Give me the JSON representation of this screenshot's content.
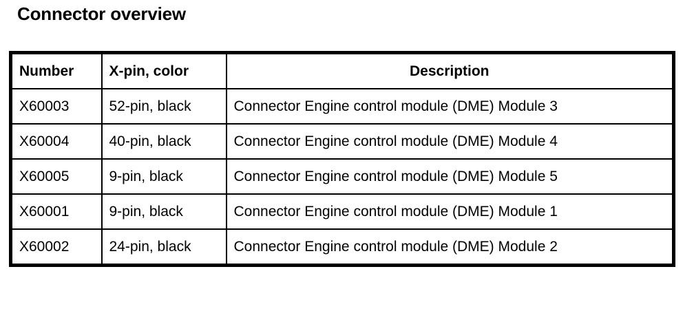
{
  "page": {
    "title": "Connector overview",
    "background_color": "#ffffff",
    "text_color": "#000000"
  },
  "table": {
    "columns": [
      {
        "key": "number",
        "label": "Number",
        "align": "left"
      },
      {
        "key": "xpin_color",
        "label": "X-pin, color",
        "align": "left"
      },
      {
        "key": "description",
        "label": "Description",
        "align": "center"
      }
    ],
    "rows": [
      {
        "number": "X60003",
        "xpin_color": "52-pin, black",
        "description": "Connector Engine control module (DME) Module 3"
      },
      {
        "number": "X60004",
        "xpin_color": "40-pin, black",
        "description": "Connector Engine control module (DME) Module 4"
      },
      {
        "number": "X60005",
        "xpin_color": "9-pin, black",
        "description": "Connector Engine control module (DME) Module 5"
      },
      {
        "number": "X60001",
        "xpin_color": "9-pin, black",
        "description": "Connector Engine control module (DME) Module 1"
      },
      {
        "number": "X60002",
        "xpin_color": "24-pin, black",
        "description": "Connector Engine control module (DME) Module 2"
      }
    ]
  }
}
